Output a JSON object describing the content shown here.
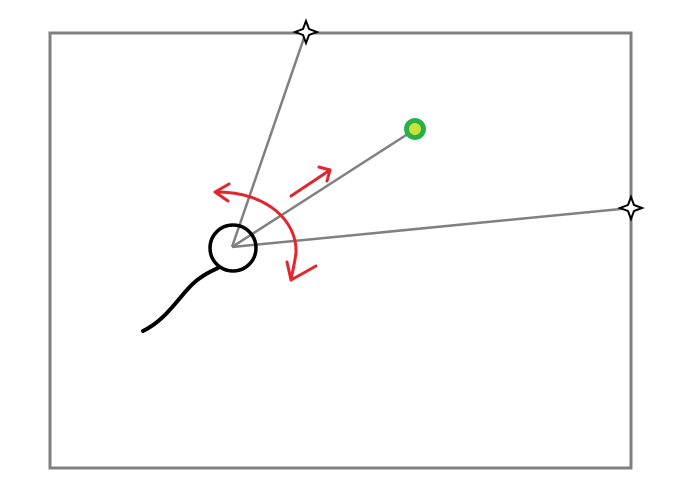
{
  "colors": {
    "background": "#ffffff",
    "frame": "#808080",
    "ray": "#808080",
    "head": "#000000",
    "tail": "#000000",
    "rotation_arrows": "#e3262b",
    "target_outer": "#2ab04a",
    "target_inner": "#c9e23a",
    "star_fill": "#ffffff",
    "star_stroke": "#000000"
  },
  "icons": {
    "star": "four-point-star-icon",
    "target": "target-dot-icon",
    "rotate": "curved-rotate-arrow-icon"
  },
  "diagram": {
    "elements": [
      "boundary-frame",
      "agent-head-circle",
      "agent-tail",
      "ray-to-star-top",
      "ray-to-target",
      "ray-to-star-right",
      "star-marker-top",
      "star-marker-right",
      "target-marker",
      "rotation-arrow-counterclockwise",
      "rotation-arrow-clockwise",
      "direction-arrow-toward-target"
    ]
  }
}
